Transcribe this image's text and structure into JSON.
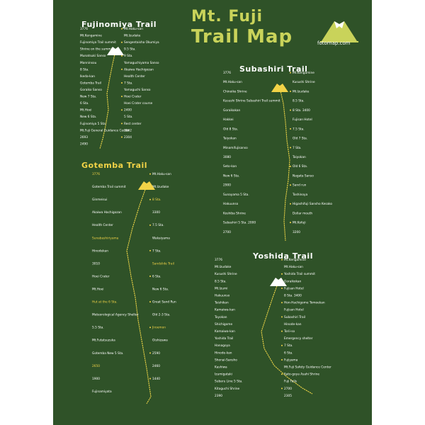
{
  "title": {
    "line1": "Mt. Fuji",
    "line2": "Trail Map"
  },
  "brand": "fotomap.com",
  "colors": {
    "background": "#2f5228",
    "trail": "#e8d146",
    "text": "#ffffff",
    "title": "#c9d35a",
    "summit": "#f2d347"
  },
  "trails": [
    {
      "name": "Fujinomiya Trail",
      "color": "#ffffff",
      "labels": [
        "3776",
        "Mt.Haku-san",
        "Mt.Kengamine",
        "Mt.Izudake",
        "Fujinomiya Trail summit",
        "Sengentaisha Okumiya",
        "Shrine on the summit",
        "9.5 Sta.",
        "Munatsuki Sanso",
        "9 Sta.",
        "Manninsou",
        "Yamaguchiyama Sanso",
        "8 Sta.",
        "Akaiwa Hachigozan",
        "Ikeda-kan",
        "Health Center",
        "Gotemba Trail",
        "7 Sta.",
        "Goraiko Sanso",
        "Yamaguchi Sanso",
        "New 7 Sta.",
        "Hoei Crater",
        "6 Sta.",
        "Hoei Crater course",
        "Mt.Hoei",
        "2400",
        "New 6 Sta.",
        "5 Sta.",
        "Fujinomiya 5 Sta.",
        "Rest center",
        "Mt.Fuji General Guidance Center",
        "2862",
        "2693",
        "2304",
        "2490"
      ]
    },
    {
      "name": "Gotemba Trail",
      "color": "#f2d347",
      "labels": [
        "3776",
        "Mt.Haku-san",
        "Gotemba Trail summit",
        "Mt.Izudake",
        "Ginmeisui",
        "8 Sta.",
        "Akaiwa Hachigozan",
        "3300",
        "Health Center",
        "7.5 Sta.",
        "Sunabashiriyama",
        "Wakaiyama",
        "Hinodekan",
        "7 Sta.",
        "3010",
        "Sandslide Trail",
        "Hoei Crater",
        "6 Sta.",
        "Mt.Hoei",
        "New 6 Sta.",
        "Hut at the 6 Sta.",
        "Great Sand Run",
        "Meteorological Agency Shelter",
        "Old 2-3 Sta.",
        "5.5 Sta.",
        "Jiroemon",
        "Mt.Futatsuzuka",
        "Oishizawa",
        "Gotemba New 5 Sta.",
        "2590",
        "2650",
        "2460",
        "1900",
        "1440",
        "Fujinamiyata"
      ]
    },
    {
      "name": "Subashiri Trail",
      "color": "#ffffff",
      "labels": [
        "3776",
        "Mt.Kengamine",
        "Mt.Haku-san",
        "Kusushi Shrine",
        "Chinoike Shrine",
        "Mt.Izudake",
        "Kusushi Shrine Subashiri Trail summit",
        "8.5 Sta.",
        "Goraikokan",
        "8 Sta. 3400",
        "Hakkei",
        "Fujisan Hotel",
        "Old 8 Sta.",
        "7.5 Sta.",
        "Taiyokan",
        "Old 7 Sta.",
        "Minamifujisanso",
        "7 Sta.",
        "3080",
        "Taiyokan",
        "Seto-kan",
        "Old 6 Sta.",
        "New 6 Sta.",
        "Nagata Sanso",
        "2900",
        "Sand run",
        "Sunayama 5 Sta.",
        "Toshinoya",
        "Hakuunso",
        "Higashifuji Sansho Kesako",
        "Koshiba Shrine",
        "Dollar mouth",
        "Subashiri 5 Sta. 2000",
        "Mt.Kofuji",
        "2700",
        "3200"
      ]
    },
    {
      "name": "Yoshida Trail",
      "color": "#ffffff",
      "labels": [
        "3776",
        "Mt.Kengamine",
        "Mt.Izudake",
        "Mt.Haku-san",
        "Kusushi Shrine",
        "Yoshida Trail summit",
        "8.5 Sta.",
        "Goraikokan",
        "Mt.Izumi",
        "Fujisan Hotel",
        "Hakuunso",
        "8 Sta. 3400",
        "Taishikan",
        "Hon-Hachigome Tomoekan",
        "Kamaiwa-kan",
        "Fujisan Hotel",
        "Toyokan",
        "Subashiri Trail",
        "Shichigome",
        "Hinode-kan",
        "Kamaiwa-kan",
        "Torii-so",
        "Yoshida Trail",
        "Emergency shelter",
        "Hanagoya",
        "7 Sta.",
        "Hinode-kan",
        "6 Sta.",
        "Shonai-Sansho",
        "Fujiyama",
        "Kashiwa",
        "Mt.Fuji Safety Guidance Center",
        "Izumigataki",
        "Sato-goya Asahi Shrine",
        "Subaru Line 5 Sta.",
        "Fuji Falls",
        "Kitaguchi Shrine",
        "2700",
        "2390",
        "2305"
      ]
    }
  ]
}
